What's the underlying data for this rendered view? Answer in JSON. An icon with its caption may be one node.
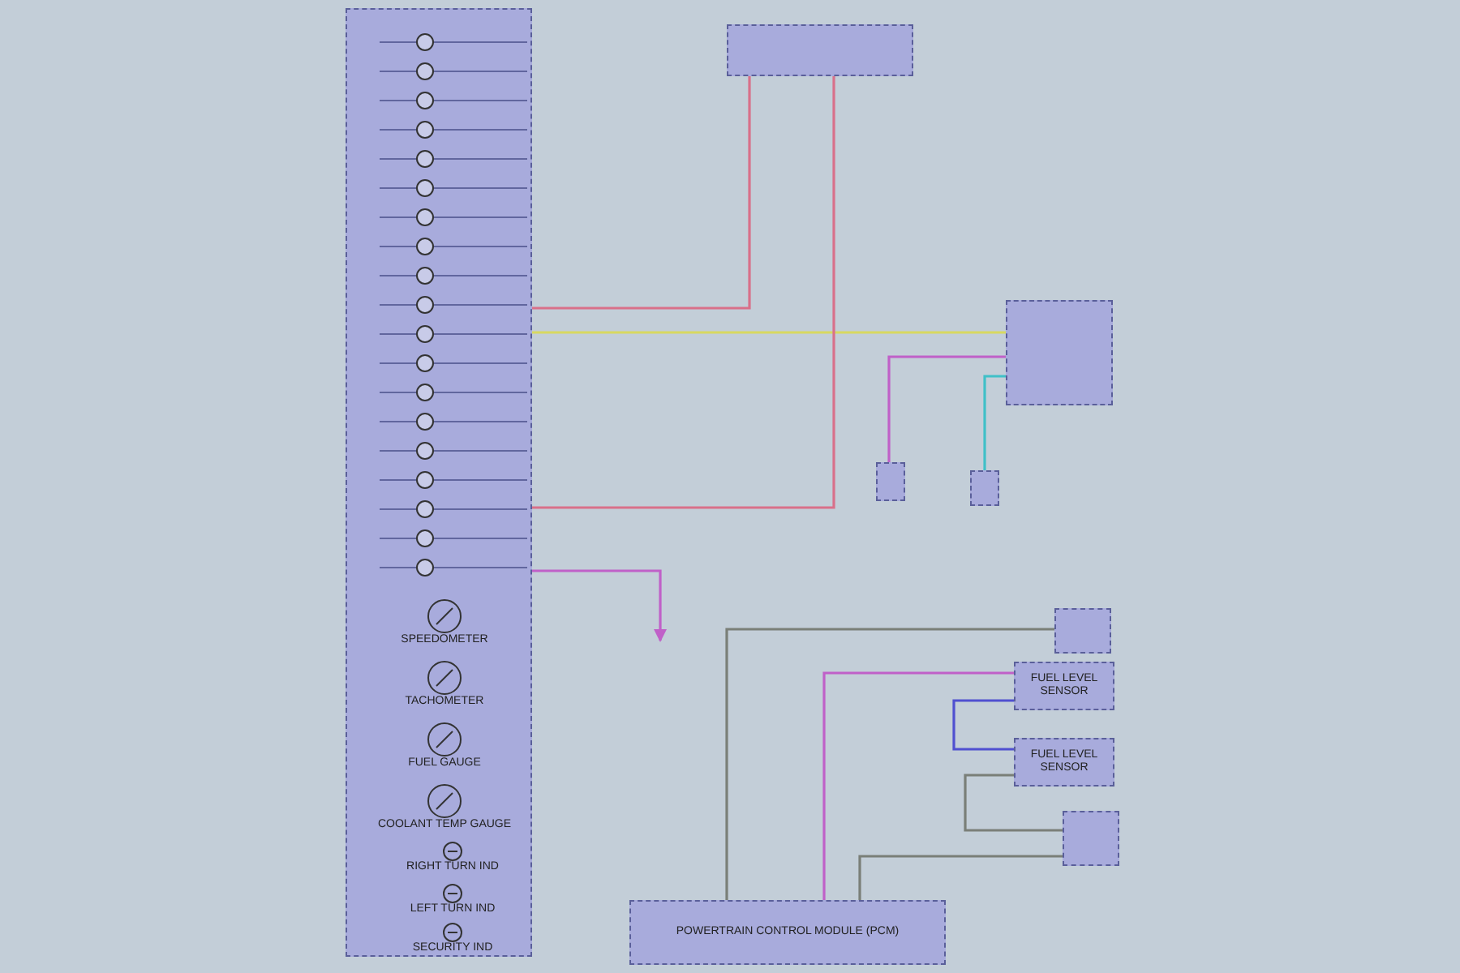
{
  "diagram": {
    "nodes": [
      {
        "text": [],
        "shape": "box"
      },
      {
        "text": [
          "SPEEDOMETER"
        ],
        "in": 0
      },
      {
        "text": [
          "TACHOMETER"
        ],
        "in": 0
      },
      {
        "text": [
          "FUEL GAUGE"
        ],
        "in": 0
      },
      {
        "text": [
          "COOLANT TEMP GAUGE"
        ],
        "in": 0
      },
      {
        "text": [
          "RIGHT TURN IND"
        ],
        "in": 0
      },
      {
        "text": [
          "LEFT TURN IND"
        ],
        "in": 0
      },
      {
        "text": [
          "SECURITY IND"
        ],
        "in": 0
      },
      {
        "text": [],
        "shape": "box"
      },
      {
        "text": [
          "POWERTRAIN CONTROL MODULE (PCM)"
        ]
      },
      {
        "text": [
          "FUEL LEVEL SENSOR"
        ]
      },
      {
        "text": [
          "FUEL LEVEL SENSOR"
        ]
      },
      {
        "text": [],
        "shape": "box"
      },
      {
        "text": [],
        "shape": "box"
      },
      {
        "text": [],
        "shape": "box"
      },
      {
        "text": [],
        "shape": "box"
      },
      {
        "text": [],
        "shape": "box"
      }
    ],
    "edges": [
      {
        "from": 8,
        "to": 0,
        "arrow": "none",
        "color": "#d9708a"
      },
      {
        "from": 14,
        "to": 0,
        "arrow": "none",
        "color": "#d8d860"
      },
      {
        "from": 14,
        "to": 15,
        "arrow": "none",
        "color": "#c060c8"
      },
      {
        "from": 14,
        "to": 16,
        "arrow": "none",
        "color": "#40c0c8"
      },
      {
        "from": 12,
        "to": 9,
        "arrow": "none"
      },
      {
        "from": 10,
        "to": 9,
        "arrow": "none",
        "color": "#c060c8"
      },
      {
        "from": 10,
        "to": 11,
        "arrow": "none",
        "color": "#5050d0"
      },
      {
        "from": 11,
        "to": 13,
        "arrow": "none"
      },
      {
        "from": 13,
        "to": 9,
        "arrow": "none"
      },
      {
        "from": 0,
        "to": null,
        "arrow": "to",
        "color": "#c060c8"
      },
      {
        "from": 8,
        "to": 0,
        "arrow": "none",
        "color": "#d9708a"
      }
    ]
  }
}
